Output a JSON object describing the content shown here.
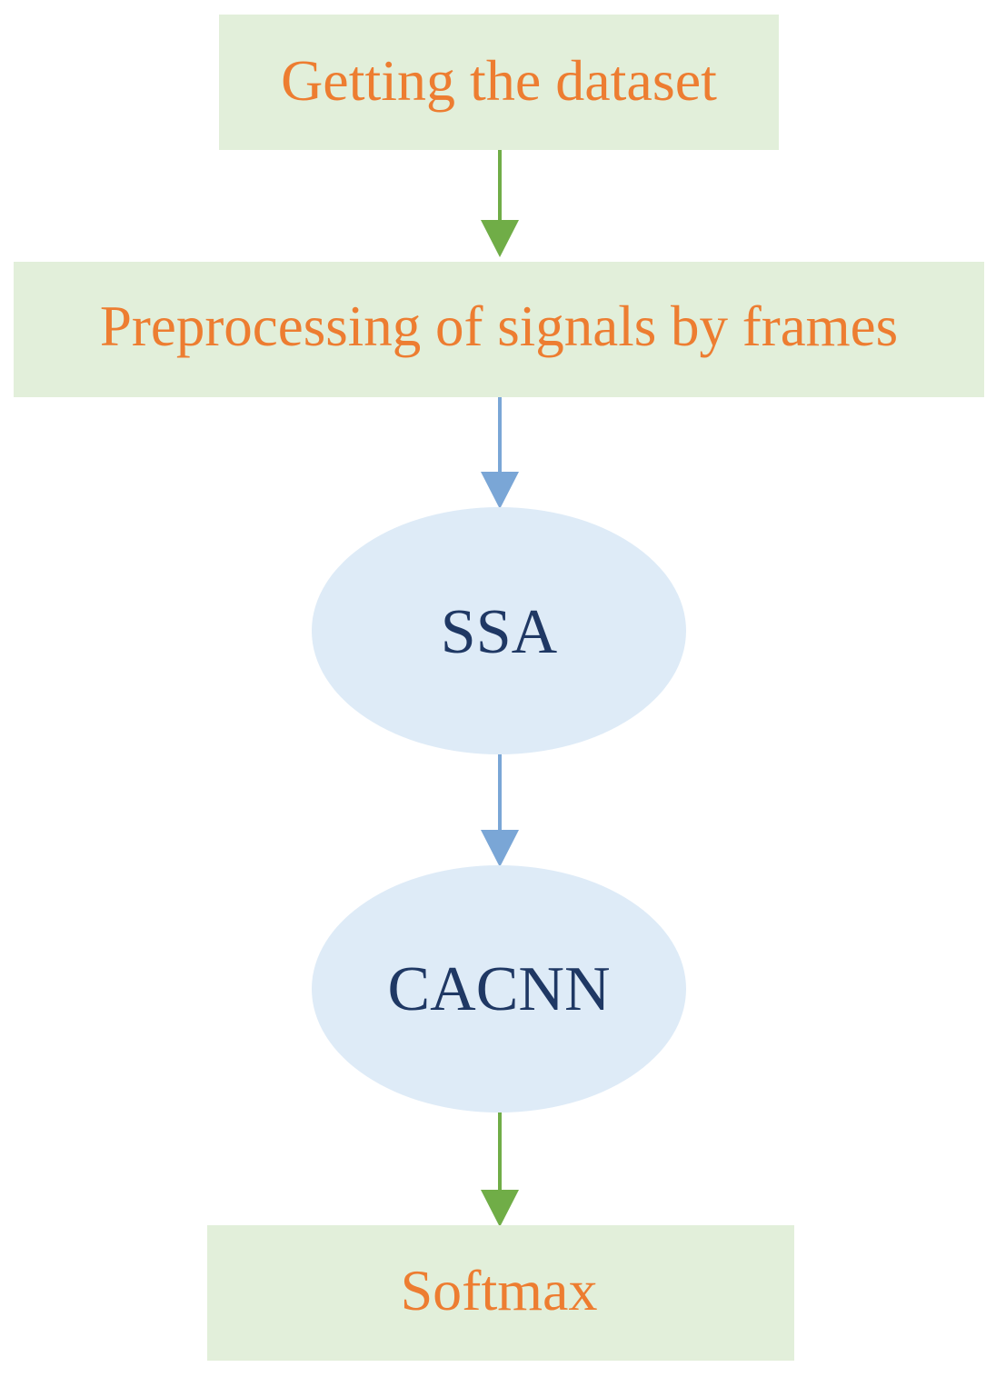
{
  "nodes": [
    {
      "id": "dataset",
      "shape": "rect",
      "label": "Getting the dataset",
      "fill": "#e2efda",
      "text_color": "#ed7d31"
    },
    {
      "id": "preprocess",
      "shape": "rect",
      "label": "Preprocessing of signals by frames",
      "fill": "#e2efda",
      "text_color": "#ed7d31"
    },
    {
      "id": "ssa",
      "shape": "ellipse",
      "label": "SSA",
      "fill": "#deebf7",
      "text_color": "#1f3864"
    },
    {
      "id": "cacnn",
      "shape": "ellipse",
      "label": "CACNN",
      "fill": "#deebf7",
      "text_color": "#1f3864"
    },
    {
      "id": "softmax",
      "shape": "rect",
      "label": "Softmax",
      "fill": "#e2efda",
      "text_color": "#ed7d31"
    }
  ],
  "edges": [
    {
      "from": "dataset",
      "to": "preprocess",
      "color": "#70ad47"
    },
    {
      "from": "preprocess",
      "to": "ssa",
      "color": "#7aa6d6"
    },
    {
      "from": "ssa",
      "to": "cacnn",
      "color": "#7aa6d6"
    },
    {
      "from": "cacnn",
      "to": "softmax",
      "color": "#70ad47"
    }
  ]
}
